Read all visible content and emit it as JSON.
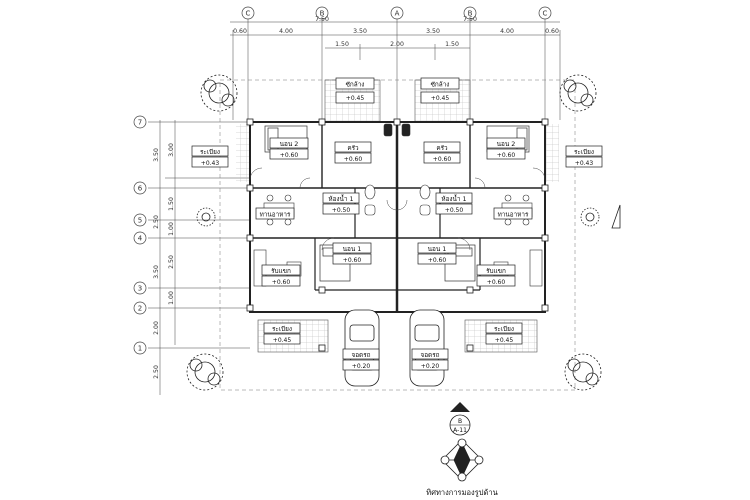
{
  "grid_top": {
    "columns": [
      "C",
      "B",
      "A",
      "B",
      "C"
    ],
    "overall_dims": [
      "7.50",
      "7.50"
    ],
    "dims_row1": [
      "0.60",
      "4.00",
      "3.50",
      "3.50",
      "4.00",
      "0.60"
    ],
    "dims_row2": [
      "1.50",
      "2.00",
      "1.50"
    ]
  },
  "grid_left": {
    "rows": [
      "7",
      "6",
      "5",
      "4",
      "3",
      "2",
      "1"
    ],
    "dims_outer": [
      "3.50",
      "2.50",
      "3.50",
      "2.00",
      "2.50"
    ],
    "dims_inner": [
      "3.00",
      "1.50",
      "1.00",
      "2.50",
      "1.00"
    ]
  },
  "rooms": {
    "storage_left": {
      "name": "ซักล้าง",
      "level": "+0.45"
    },
    "storage_right": {
      "name": "ซักล้าง",
      "level": "+0.45"
    },
    "bed2_left": {
      "name": "นอน 2",
      "level": "+0.60"
    },
    "bed2_right": {
      "name": "นอน 2",
      "level": "+0.60"
    },
    "kitchen_left": {
      "name": "ครัว",
      "level": "+0.60"
    },
    "kitchen_right": {
      "name": "ครัว",
      "level": "+0.60"
    },
    "terrace_top_left": {
      "name": "ระเบียง",
      "level": "+0.43"
    },
    "terrace_top_right": {
      "name": "ระเบียง",
      "level": "+0.43"
    },
    "bath_left": {
      "name": "ห้องน้ำ 1",
      "level": "+0.50"
    },
    "bath_right": {
      "name": "ห้องน้ำ 1",
      "level": "+0.50"
    },
    "dining_left": {
      "name": "ทานอาหาร"
    },
    "dining_right": {
      "name": "ทานอาหาร"
    },
    "bed1_left": {
      "name": "นอน 1",
      "level": "+0.60"
    },
    "bed1_right": {
      "name": "นอน 1",
      "level": "+0.60"
    },
    "living_left": {
      "name": "รับแขก",
      "level": "+0.60"
    },
    "living_right": {
      "name": "รับแขก",
      "level": "+0.60"
    },
    "terrace_bottom_left": {
      "name": "ระเบียง",
      "level": "+0.45"
    },
    "terrace_bottom_right": {
      "name": "ระเบียง",
      "level": "+0.45"
    },
    "carport_left": {
      "name": "จอดรถ",
      "level": "+0.20"
    },
    "carport_right": {
      "name": "จอดรถ",
      "level": "+0.20"
    }
  },
  "section_marker": {
    "letter": "B",
    "sheet": "A-11"
  },
  "compass_caption": "ทิศทางการมองรูปด้าน",
  "colors": {
    "line": "#222222",
    "hatch": "#9a9a9a",
    "paper": "#ffffff"
  }
}
